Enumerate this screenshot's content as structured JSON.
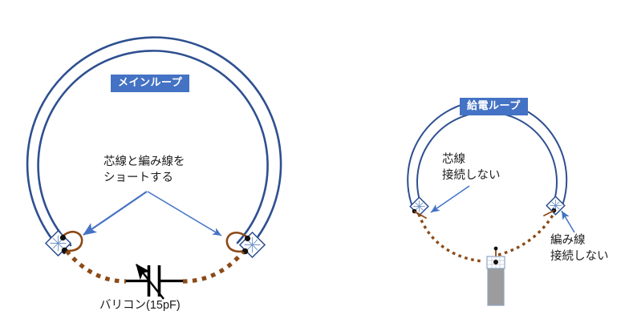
{
  "figure": {
    "title": "Magnetic loop antenna construction diagram",
    "background_color": "#FFFFFF",
    "colors": {
      "loop_stroke": "#2E5090",
      "label_chip_bg": "#4472C4",
      "label_chip_text": "#FFFFFF",
      "coax_dotted": "#8C4A16",
      "callout_arrow": "#4472C4",
      "connector_body": "#9C9C9C",
      "capacitor_symbol": "#000000",
      "note_text": "#1A1A1A"
    }
  },
  "main_loop": {
    "chip_label": "メインループ",
    "short_note": {
      "line1": "芯線と編み線を",
      "line2": "ショートする"
    },
    "capacitor_caption": "バリコン(15pF)",
    "component_names": {
      "left_connector": "connector-diamond-left",
      "right_connector": "connector-diamond-right",
      "shorting_wire": "coax-core-braid-short",
      "coax_run": "coax-dotted-cable",
      "capacitor": "variable-capacitor"
    }
  },
  "feed_loop": {
    "chip_label": "給電ループ",
    "core_note": {
      "line1": "芯線",
      "line2": "接続しない"
    },
    "braid_note": {
      "line1": "編み線",
      "line2": "接続しない"
    },
    "component_names": {
      "left_connector": "feed-connector-diamond-left",
      "right_connector": "feed-connector-diamond-right",
      "coax_run": "feed-coax-dotted-cable",
      "feed_connector": "coax-feed-connector"
    }
  },
  "icons": {
    "capacitor_icon": "variable-capacitor-icon",
    "connector_icon": "diamond-connector-icon",
    "terminal_icon": "terminal-dot-icon",
    "arrow_icon": "callout-arrow-icon"
  }
}
